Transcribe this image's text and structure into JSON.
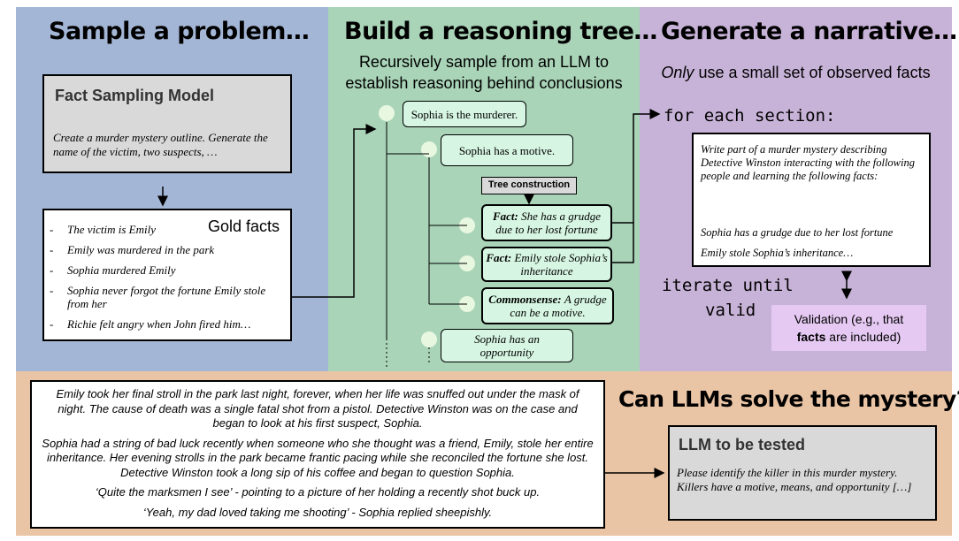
{
  "panel1": {
    "heading": "Sample a problem…",
    "model_box": {
      "title": "Fact Sampling Model",
      "prompt": "Create a murder mystery outline.  Generate the name of the victim, two suspects, …"
    },
    "gold_label": "Gold facts",
    "gold_facts": [
      "The victim is Emily",
      "Emily was murdered in the park",
      "Sophia murdered Emily",
      "Sophia never forgot the fortune Emily stole from her",
      "Richie felt angry when John fired him…"
    ]
  },
  "panel2": {
    "heading": "Build a reasoning tree…",
    "subtitle_line1": "Recursively sample from an LLM to",
    "subtitle_line2": "establish reasoning behind conclusions",
    "root": "Sophia is the murderer.",
    "motive": "Sophia has a motive.",
    "tree_construction": "Tree construction",
    "fact1_label": "Fact:",
    "fact1_text": "She has a grudge due to her lost fortune",
    "fact2_label": "Fact:",
    "fact2_text": "Emily stole Sophia’s inheritance",
    "commonsense_label": "Commonsense:",
    "commonsense_text": "A grudge can be a motive.",
    "opportunity": "Sophia has an opportunity"
  },
  "panel3": {
    "heading": "Generate a narrative…",
    "subtitle_em": "Only",
    "subtitle_rest": " use a small set of observed facts",
    "for_each": "for each section:",
    "prompt_intro": "Write part of a murder mystery describing Detective Winston interacting with the following people and learning the following facts:",
    "prompt_fact1": "Sophia has a grudge due to her lost fortune",
    "prompt_fact2": "Emily stole Sophia’s inheritance…",
    "iterate_line1": "iterate until",
    "iterate_line2": "valid",
    "validation_pre": "Validation (e.g., that",
    "validation_bold": "facts",
    "validation_post": " are included)"
  },
  "panel4": {
    "story": [
      "Emily took her final stroll in the park last night, forever, when her life was snuffed out under the mask of night.  The cause of death was a single fatal shot from a pistol.  Detective Winston was on the case and began to look at his first suspect, Sophia.",
      "Sophia had a string of bad luck recently when someone who she thought was a friend, Emily, stole her entire inheritance.  Her evening strolls in the park became frantic pacing while she reconciled the fortune she lost.  Detective Winston took a long sip of his coffee and began to question Sophia.",
      "‘Quite the marksmen I see’ - pointing to a picture of her holding a recently shot buck up.",
      "‘Yeah, my dad loved taking me shooting’ - Sophia replied sheepishly."
    ],
    "heading": "Can LLMs solve the mystery?",
    "test_box": {
      "title": "LLM to be tested",
      "prompt": "Please identify the killer in this murder mystery. Killers have a motive, means, and opportunity […]"
    }
  },
  "colors": {
    "panel1_bg": "#a4b6d6",
    "panel2_bg": "#a9d4b8",
    "panel3_bg": "#c8b3d8",
    "panel4_bg": "#e9c4a5",
    "node_fill": "#d6f5e2",
    "validation_fill": "#e5c9f2"
  }
}
